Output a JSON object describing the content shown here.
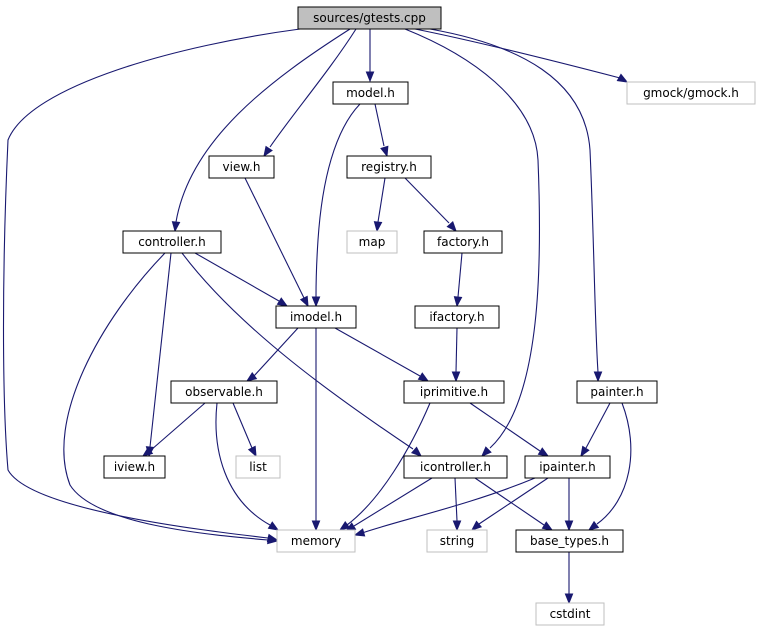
{
  "graph": {
    "colors": {
      "edge": "#191970",
      "root_fill": "#bfbfbf",
      "root_border": "#000000",
      "node_border": "#000000",
      "external_border": "#bfbfbf",
      "node_fill": "#ffffff",
      "text": "#000000"
    },
    "nodes": [
      {
        "id": "gtests",
        "label": "sources/gtests.cpp",
        "kind": "root"
      },
      {
        "id": "gmock",
        "label": "gmock/gmock.h",
        "kind": "external"
      },
      {
        "id": "model",
        "label": "model.h",
        "kind": "local"
      },
      {
        "id": "view",
        "label": "view.h",
        "kind": "local"
      },
      {
        "id": "registry",
        "label": "registry.h",
        "kind": "local"
      },
      {
        "id": "controller",
        "label": "controller.h",
        "kind": "local"
      },
      {
        "id": "map",
        "label": "map",
        "kind": "external"
      },
      {
        "id": "factory",
        "label": "factory.h",
        "kind": "local"
      },
      {
        "id": "imodel",
        "label": "imodel.h",
        "kind": "local"
      },
      {
        "id": "ifactory",
        "label": "ifactory.h",
        "kind": "local"
      },
      {
        "id": "observable",
        "label": "observable.h",
        "kind": "local"
      },
      {
        "id": "iprimitive",
        "label": "iprimitive.h",
        "kind": "local"
      },
      {
        "id": "painter",
        "label": "painter.h",
        "kind": "local"
      },
      {
        "id": "iview",
        "label": "iview.h",
        "kind": "local"
      },
      {
        "id": "list",
        "label": "list",
        "kind": "external"
      },
      {
        "id": "icontroller",
        "label": "icontroller.h",
        "kind": "local"
      },
      {
        "id": "ipainter",
        "label": "ipainter.h",
        "kind": "local"
      },
      {
        "id": "memory",
        "label": "memory",
        "kind": "external"
      },
      {
        "id": "string",
        "label": "string",
        "kind": "external"
      },
      {
        "id": "base_types",
        "label": "base_types.h",
        "kind": "local"
      },
      {
        "id": "cstdint",
        "label": "cstdint",
        "kind": "external"
      }
    ],
    "edges": [
      {
        "from": "gtests",
        "to": "model"
      },
      {
        "from": "gtests",
        "to": "gmock"
      },
      {
        "from": "gtests",
        "to": "view"
      },
      {
        "from": "gtests",
        "to": "controller"
      },
      {
        "from": "gtests",
        "to": "memory"
      },
      {
        "from": "gtests",
        "to": "icontroller"
      },
      {
        "from": "gtests",
        "to": "painter"
      },
      {
        "from": "model",
        "to": "registry"
      },
      {
        "from": "model",
        "to": "imodel"
      },
      {
        "from": "registry",
        "to": "map"
      },
      {
        "from": "registry",
        "to": "factory"
      },
      {
        "from": "factory",
        "to": "ifactory"
      },
      {
        "from": "ifactory",
        "to": "iprimitive"
      },
      {
        "from": "view",
        "to": "imodel"
      },
      {
        "from": "controller",
        "to": "imodel"
      },
      {
        "from": "controller",
        "to": "iview"
      },
      {
        "from": "controller",
        "to": "memory"
      },
      {
        "from": "controller",
        "to": "icontroller"
      },
      {
        "from": "imodel",
        "to": "observable"
      },
      {
        "from": "imodel",
        "to": "iprimitive"
      },
      {
        "from": "imodel",
        "to": "memory"
      },
      {
        "from": "observable",
        "to": "iview"
      },
      {
        "from": "observable",
        "to": "list"
      },
      {
        "from": "observable",
        "to": "memory"
      },
      {
        "from": "iprimitive",
        "to": "memory"
      },
      {
        "from": "iprimitive",
        "to": "ipainter"
      },
      {
        "from": "painter",
        "to": "ipainter"
      },
      {
        "from": "painter",
        "to": "base_types"
      },
      {
        "from": "icontroller",
        "to": "memory"
      },
      {
        "from": "icontroller",
        "to": "string"
      },
      {
        "from": "icontroller",
        "to": "base_types"
      },
      {
        "from": "ipainter",
        "to": "memory"
      },
      {
        "from": "ipainter",
        "to": "string"
      },
      {
        "from": "ipainter",
        "to": "base_types"
      },
      {
        "from": "base_types",
        "to": "cstdint"
      }
    ]
  }
}
